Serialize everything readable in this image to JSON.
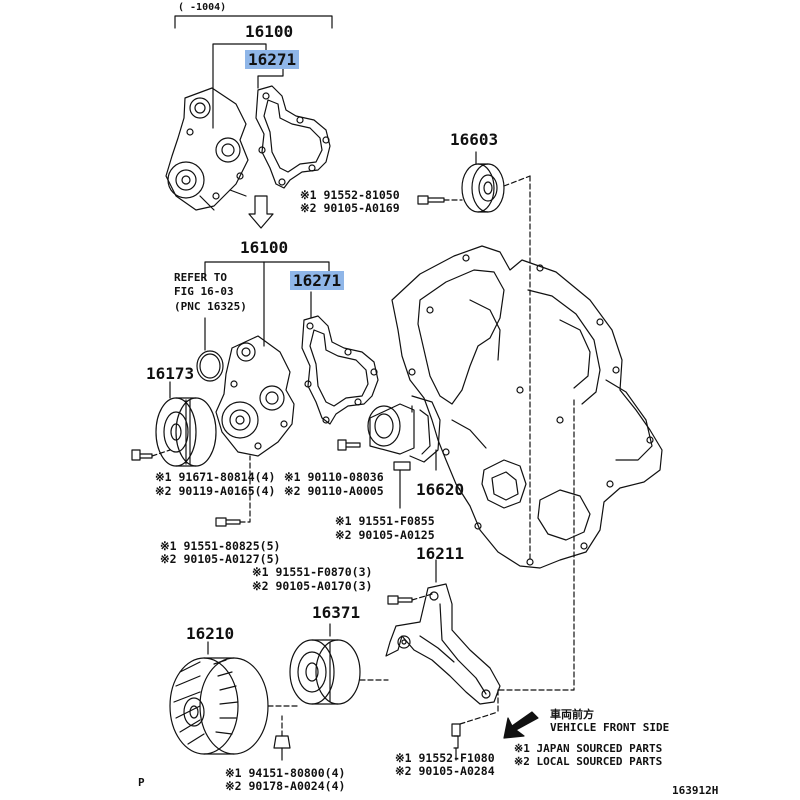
{
  "diagram": {
    "date_range": "(     -1004)",
    "fig_code": "163912H",
    "corner_mark": "P",
    "colors": {
      "highlight": "#8fb6e8",
      "ink": "#111111",
      "background": "#ffffff"
    }
  },
  "callouts": {
    "pnc_16100_top": "16100",
    "pnc_16271_top": "16271",
    "pnc_16603": "16603",
    "pnc_16100_mid": "16100",
    "pnc_16271_mid": "16271",
    "pnc_16173": "16173",
    "pnc_16620": "16620",
    "pnc_16211": "16211",
    "pnc_16371": "16371",
    "pnc_16210": "16210"
  },
  "refer_note": {
    "line1": "REFER TO",
    "line2": "FIG 16-03",
    "line3": "(PNC 16325)"
  },
  "part_numbers": {
    "top_bolt": [
      "※1 91552-81050",
      "※2 90105-A0169"
    ],
    "pulley_bolt": [
      "※1 91671-80814(4)",
      "※2 90119-A0165(4)"
    ],
    "pump_bolt": [
      "※1 90110-08036",
      "※2 90110-A0005"
    ],
    "idler_bolt": [
      "※1 91551-F0855",
      "※2 90105-A0125"
    ],
    "pump_lower_bolt": [
      "※1 91551-80825(5)",
      "※2 90105-A0127(5)"
    ],
    "bracket_bolt": [
      "※1 91551-F0870(3)",
      "※2 90105-A0170(3)"
    ],
    "fan_nut": [
      "※1 94151-80800(4)",
      "※2 90178-A0024(4)"
    ],
    "bracket_lower_bolt": [
      "※1 91552-F1080",
      "※2 90105-A0284"
    ]
  },
  "direction": {
    "jp": "車両前方",
    "en": "VEHICLE FRONT SIDE"
  },
  "legend": {
    "item1": "※1 JAPAN SOURCED PARTS",
    "item2": "※2 LOCAL SOURCED PARTS"
  }
}
